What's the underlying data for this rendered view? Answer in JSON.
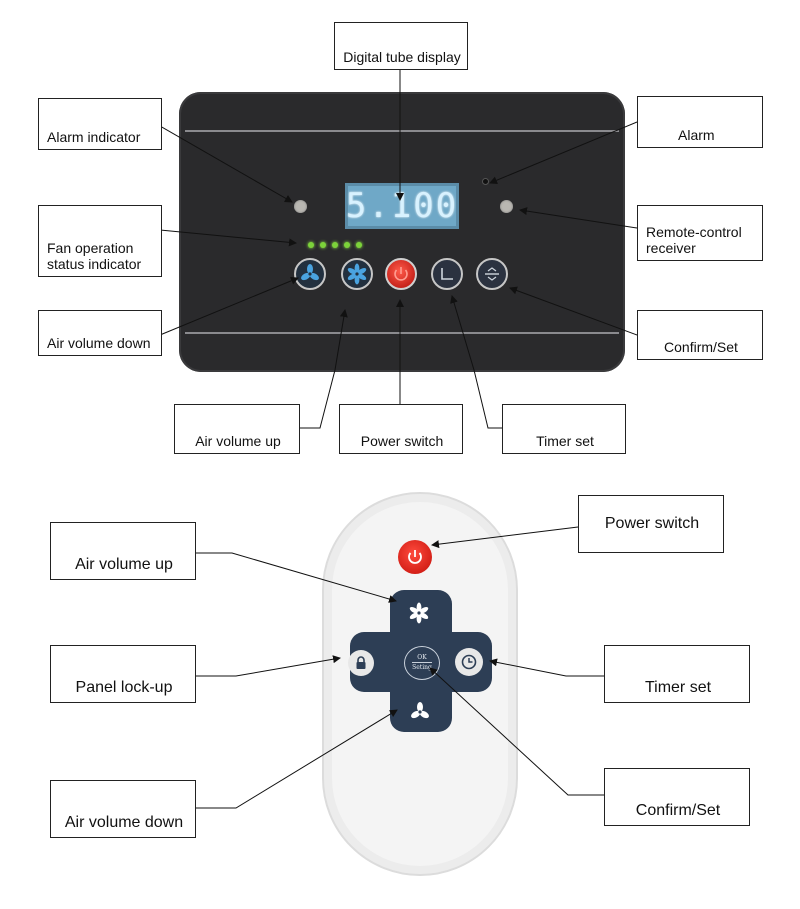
{
  "panel_labels": {
    "digital_tube_display": "Digital tube display",
    "alarm_indicator": "Alarm indicator",
    "alarm": "Alarm",
    "fan_operation_status_indicator_line1": "Fan operation",
    "fan_operation_status_indicator_line2": "status indicator",
    "remote_control_receiver_line1": "Remote-control",
    "remote_control_receiver_line2": "receiver",
    "air_volume_down": "Air volume down",
    "confirm_set": "Confirm/Set",
    "air_volume_up": "Air volume up",
    "power_switch": "Power switch",
    "timer_set": "Timer set"
  },
  "display_value": "5.100",
  "remote_labels": {
    "power_switch": "Power switch",
    "air_volume_up": "Air volume up",
    "panel_lock_up": "Panel lock-up",
    "timer_set": "Timer set",
    "air_volume_down": "Air volume down",
    "confirm_set": "Confirm/Set"
  },
  "remote_ok_button": {
    "top": "OK",
    "bottom": "Seting"
  },
  "colors": {
    "panel": "#2a2a2c",
    "display": "#6fa8c7",
    "fan_led": "#7cd33a",
    "power_red": "#e0261f",
    "remote_body": "#f4f4f4",
    "remote_cross": "#2d3e55"
  },
  "icons": [
    "fan-icon",
    "power-icon",
    "timer-icon",
    "confirm-icon",
    "lock-icon",
    "clock-icon"
  ]
}
